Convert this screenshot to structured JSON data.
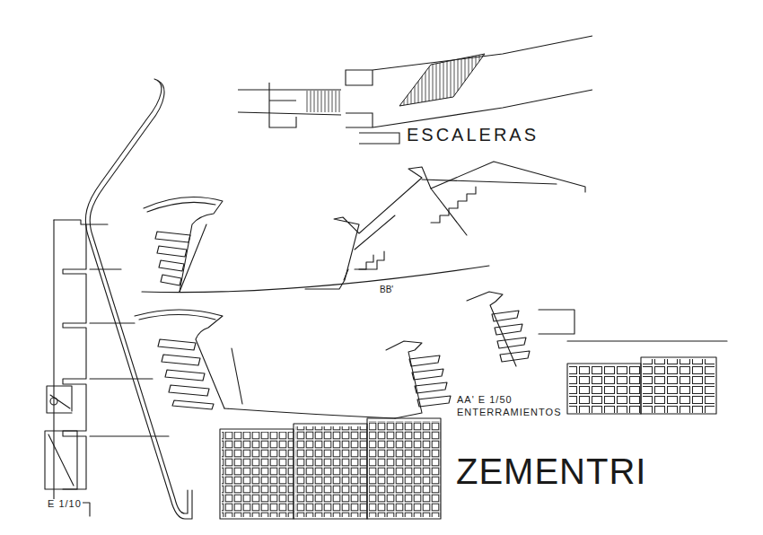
{
  "diagram": {
    "title": "ZEMENTRI",
    "labels": [
      "ESCALERAS",
      "BB'",
      "AA' E 1/50",
      "ENTERRAMIENTOS",
      "E 1/10"
    ]
  }
}
